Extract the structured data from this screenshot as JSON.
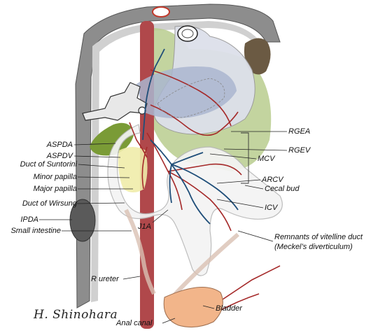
{
  "labels": {
    "aspda": "ASPDA",
    "aspdv": "ASPDV",
    "duct_of_suntorini": "Duct of Suntorini",
    "minor_papilla": "Minor papilla",
    "major_papilla": "Major papilla",
    "duct_of_wirsung": "Duct of Wirsung",
    "ipda": "IPDA",
    "small_intestine": "Small intestine",
    "j1a": "J1A",
    "r_ureter": "R ureter",
    "anal_canal": "Anal canal",
    "bladder": "Bladder",
    "rgea": "RGEA",
    "rgev": "RGEV",
    "mcv": "MCV",
    "arcv": "ARCV",
    "cecal_bud": "Cecal bud",
    "icv": "ICV",
    "remnants_line1": "Remnants of vitelline duct",
    "remnants_line2": "(Meckel’s diverticulum)"
  },
  "signature": "H. Shinohara",
  "colors": {
    "body_wall": "#a9a9a9",
    "aorta": "#b0484b",
    "artery": "#a52a2a",
    "vein": "#1f4e79",
    "stomach": "#d9dce8",
    "pancreas": "#c9cdda",
    "mesentery_green": "#b9cc8e",
    "gallbladder": "#7a9b36",
    "spleen": "#6b5a43",
    "kidney": "#5a5a5a",
    "bladder": "#f2b58a",
    "papilla_yellow": "#f0ecaa"
  }
}
